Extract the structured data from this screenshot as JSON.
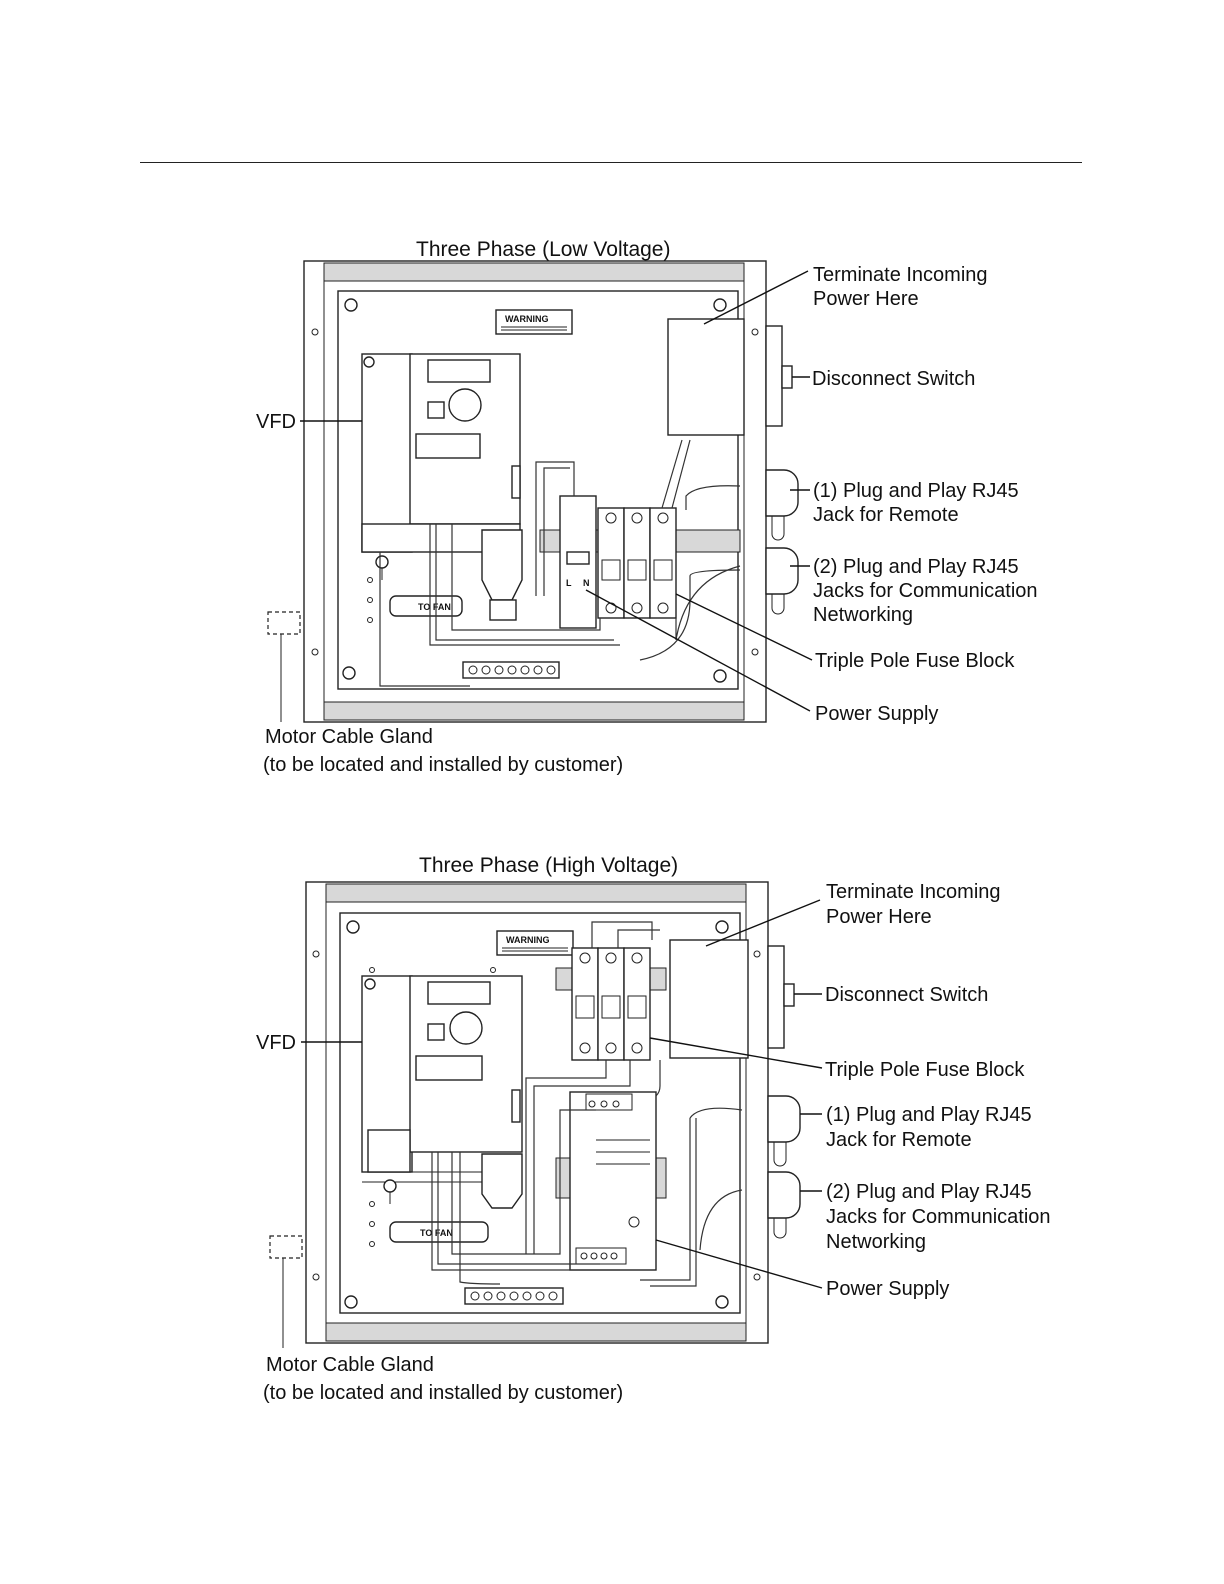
{
  "panels": [
    {
      "title": "Three Phase (Low Voltage)",
      "labels": {
        "terminate_line1": "Terminate Incoming",
        "terminate_line2": "Power Here",
        "disconnect": "Disconnect Switch",
        "vfd": "VFD",
        "rj45_remote_line1": "(1) Plug and Play RJ45",
        "rj45_remote_line2": "Jack for Remote",
        "rj45_network_line1": "(2) Plug and Play RJ45",
        "rj45_network_line2": "Jacks for Communication",
        "rj45_network_line3": "Networking",
        "fuse_block": "Triple Pole Fuse Block",
        "power_supply": "Power Supply",
        "gland_line1": "Motor Cable Gland",
        "gland_line2": "(to be located and installed by customer)"
      },
      "warning_text": "WARNING",
      "fan_text": "TO FAN"
    },
    {
      "title": "Three Phase (High Voltage)",
      "labels": {
        "terminate_line1": "Terminate Incoming",
        "terminate_line2": "Power Here",
        "disconnect": "Disconnect Switch",
        "vfd": "VFD",
        "fuse_block": "Triple Pole Fuse Block",
        "rj45_remote_line1": "(1) Plug and Play RJ45",
        "rj45_remote_line2": "Jack for Remote",
        "rj45_network_line1": "(2) Plug and Play RJ45",
        "rj45_network_line2": "Jacks for Communication",
        "rj45_network_line3": "Networking",
        "power_supply": "Power Supply",
        "gland_line1": "Motor Cable Gland",
        "gland_line2": "(to be located and installed by customer)"
      },
      "warning_text": "WARNING",
      "fan_text": "TO FAN"
    }
  ]
}
